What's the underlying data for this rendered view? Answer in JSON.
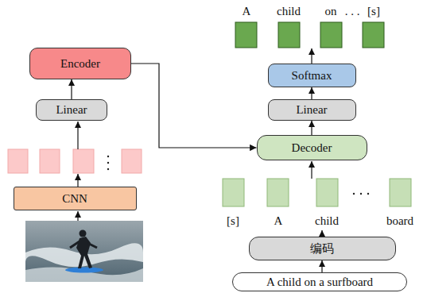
{
  "diagram": {
    "nodes": [
      {
        "text": [
          "Encoder"
        ]
      },
      {
        "text": [
          "Linear"
        ]
      },
      {
        "text": [
          "CNN"
        ]
      },
      {
        "text": [
          "Softmax"
        ]
      },
      {
        "text": [
          "Linear"
        ]
      },
      {
        "text": [
          "Decoder"
        ]
      },
      {
        "text": [
          "编码"
        ]
      },
      {
        "text": [
          "A child on a surfboard"
        ]
      }
    ],
    "edges": [
      {
        "from": 1,
        "to": 0,
        "arrow": "to"
      },
      {
        "from": 0,
        "to": 5,
        "arrow": "to"
      },
      {
        "from": 5,
        "to": 4,
        "arrow": "to"
      },
      {
        "from": 4,
        "to": 3,
        "arrow": "to"
      },
      {
        "from": 7,
        "to": 6,
        "arrow": "to"
      }
    ],
    "labels": [
      "A",
      "child",
      "on",
      ". . .",
      "[s]",
      "[s]",
      "A",
      "child",
      "board"
    ]
  }
}
